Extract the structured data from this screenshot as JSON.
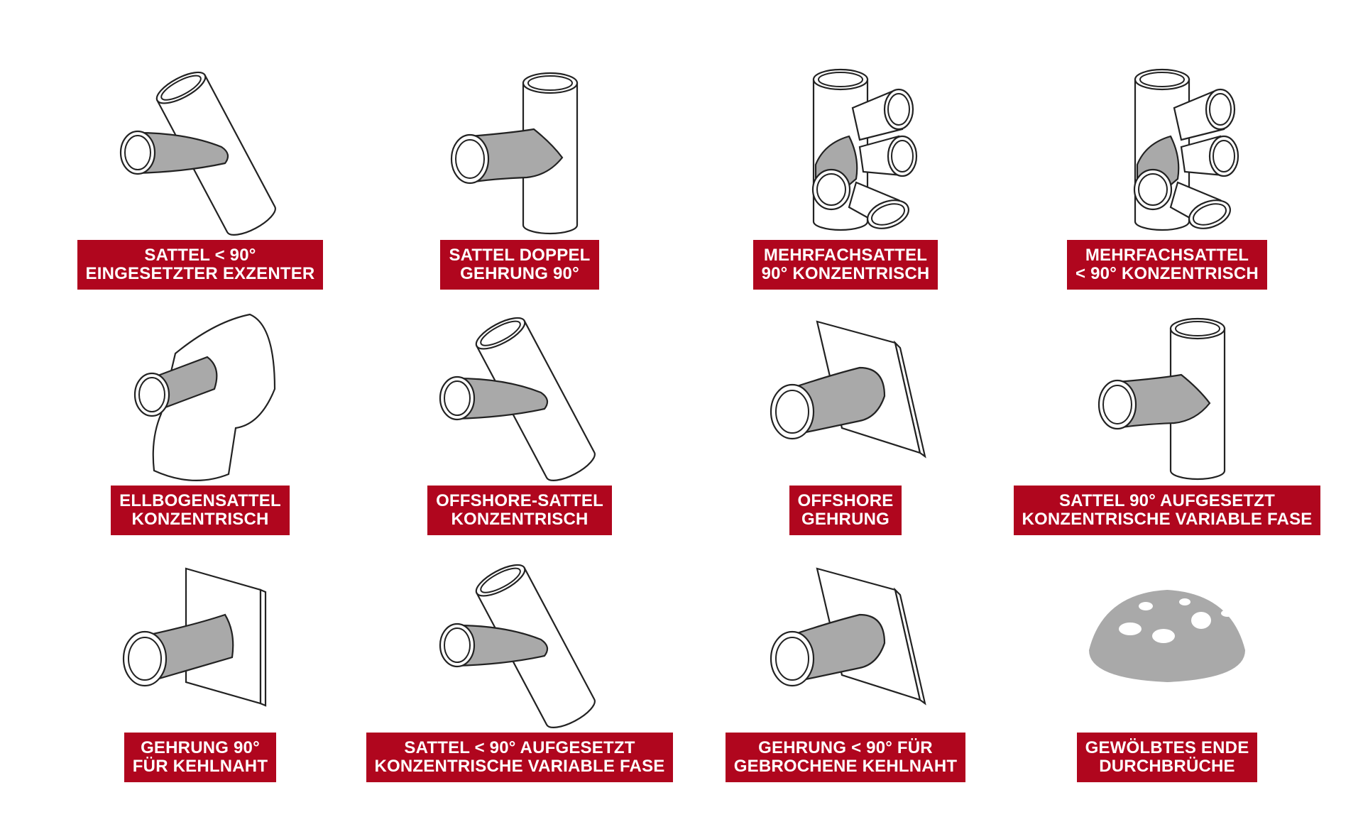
{
  "colors": {
    "label_bg": "#b0061e",
    "label_text": "#ffffff",
    "fill_gray": "#a9a9a9"
  },
  "tiles": [
    {
      "icon": "angled-saddle-inset-icon",
      "line1": "SATTEL < 90°",
      "line2": "EINGESETZTER EXZENTER"
    },
    {
      "icon": "double-miter-saddle-icon",
      "line1": "SATTEL DOPPEL",
      "line2": "GEHRUNG 90°"
    },
    {
      "icon": "multi-saddle-90-icon",
      "line1": "MEHRFACHSATTEL",
      "line2": "90° KONZENTRISCH"
    },
    {
      "icon": "multi-saddle-angled-icon",
      "line1": "MEHRFACHSATTEL",
      "line2": "< 90° KONZENTRISCH"
    },
    {
      "icon": "elbow-saddle-icon",
      "line1": "ELLBOGENSATTEL",
      "line2": "KONZENTRISCH"
    },
    {
      "icon": "offshore-saddle-icon",
      "line1": "OFFSHORE-SATTEL",
      "line2": "KONZENTRISCH"
    },
    {
      "icon": "offshore-miter-icon",
      "line1": "OFFSHORE",
      "line2": "GEHRUNG"
    },
    {
      "icon": "saddle-90-set-on-icon",
      "line1": "SATTEL 90° AUFGESETZT",
      "line2": "KONZENTRISCHE VARIABLE FASE"
    },
    {
      "icon": "miter-90-fillet-icon",
      "line1": "GEHRUNG 90°",
      "line2": "FÜR KEHLNAHT"
    },
    {
      "icon": "saddle-angled-set-on-icon",
      "line1": "SATTEL < 90° AUFGESETZT",
      "line2": "KONZENTRISCHE VARIABLE FASE"
    },
    {
      "icon": "miter-angled-broken-fillet-icon",
      "line1": "GEHRUNG < 90° FÜR",
      "line2": "GEBROCHENE KEHLNAHT"
    },
    {
      "icon": "domed-end-holes-icon",
      "line1": "GEWÖLBTES ENDE",
      "line2": "DURCHBRÜCHE"
    }
  ]
}
